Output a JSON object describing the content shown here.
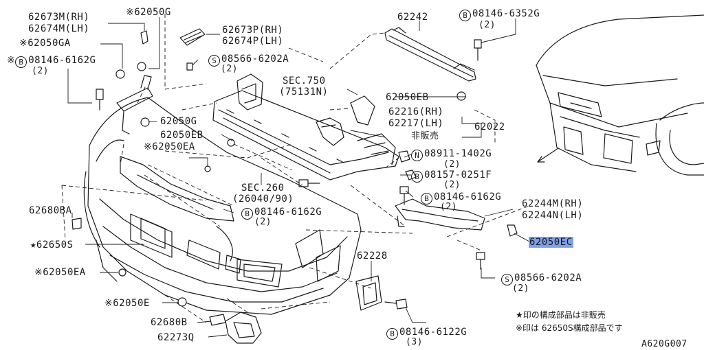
{
  "labels": {
    "p62673m_rh": "62673M(RH)",
    "p62674m_lh": "62674M(LH)",
    "p62050g_top": "※62050G",
    "p62673p_rh": "62673P(RH)",
    "p62674p_lh": "62674P(LH)",
    "p62242": "62242",
    "b08146_6352g": "08146-6352G",
    "b08146_6352g_qty": "(2)",
    "p62050ga": "※62050GA",
    "s08566_6202a_top": "08566-6202A",
    "s08566_6202a_top_qty": "(2)",
    "b08146_6162g_left_prefix": "※",
    "b08146_6162g_left": "08146-6162G",
    "b08146_6162g_left_qty": "(2)",
    "sec750": "SEC.750",
    "sec750_sub": "(75131N)",
    "p62050eb_right": "62050EB",
    "p62216_rh": "62216(RH)",
    "p62217_lh": "62217(LH)",
    "p62022": "62022",
    "not_sold": "非販売",
    "p62050g_mid": "62050G",
    "p62050eb_left": "62050EB",
    "p62050ea_mid": "※62050EA",
    "n08911_1402g": "08911-1402G",
    "n08911_1402g_qty": "(2)",
    "b08157_0251f": "08157-0251F",
    "b08157_0251f_qty": "(2)",
    "sec260": "SEC.260",
    "sec260_sub": "(26040/90)",
    "b08146_6162g_right": "08146-6162G",
    "b08146_6162g_right_qty": "(2)",
    "b08146_6162g_mid": "08146-6162G",
    "b08146_6162g_mid_qty": "(2)",
    "p62680ba": "62680BA",
    "p62244m_rh": "62244M(RH)",
    "p62244n_lh": "62244N(LH)",
    "p62650s": "★62650S",
    "p62050ec": "62050EC",
    "p62050ea_left": "※62050EA",
    "p62228": "62228",
    "s08566_6202a_bottom": "08566-6202A",
    "s08566_6202a_bottom_qty": "(2)",
    "p62050e": "※62050E",
    "p62680b": "62680B",
    "p62273q": "62273Q",
    "b08146_6122g": "08146-6122G",
    "b08146_6122g_qty": "(3)"
  },
  "symbols": {
    "bolt_b": "B",
    "screw_s": "S",
    "nut_n": "N"
  },
  "notes": {
    "star_note": "★印の構成部品は非販売",
    "ref_note": "※印は 62650S構成部品です"
  },
  "diagram_code": "A620G007",
  "colors": {
    "line": "#1a1a1a",
    "highlight": "#7f9fe8"
  }
}
